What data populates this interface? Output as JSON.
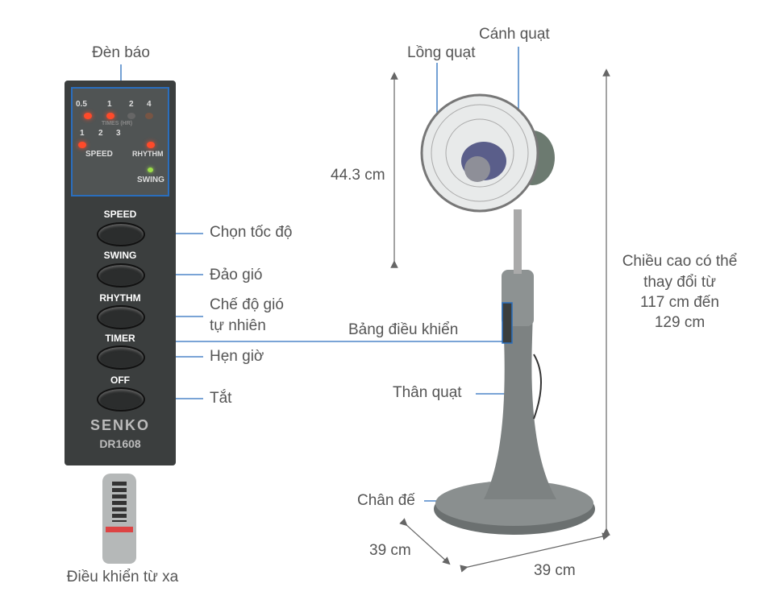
{
  "labels": {
    "indicator": "Đèn báo",
    "speed_select": "Chọn tốc độ",
    "swing": "Đảo gió",
    "natural_line1": "Chế độ gió",
    "natural_line2": "tự nhiên",
    "timer": "Hẹn giờ",
    "off": "Tắt",
    "remote": "Điều khiển từ xa",
    "control_panel": "Bảng điều khiển",
    "fan_guard": "Lồng quạt",
    "fan_blade": "Cánh quạt",
    "head_height": "44.3 cm",
    "height_line1": "Chiều cao có thể",
    "height_line2": "thay đổi từ",
    "height_line3": "117 cm đến",
    "height_line4": "129 cm",
    "body": "Thân quạt",
    "base": "Chân đế",
    "depth": "39 cm",
    "width": "39 cm"
  },
  "panel": {
    "timer_values": [
      "0.5",
      "1",
      "2",
      "4"
    ],
    "timer_caption": "TIMES (HR)",
    "speed_values": [
      "1",
      "2",
      "3"
    ],
    "speed_caption": "SPEED",
    "rhythm_caption": "RHYTHM",
    "swing_caption": "SWING",
    "buttons": [
      "SPEED",
      "SWING",
      "RHYTHM",
      "TIMER",
      "OFF"
    ],
    "brand": "SENKO",
    "model": "DR1608"
  },
  "colors": {
    "callout": "#2a6ebd",
    "led_on": "#ff4a2a",
    "led_green": "#9de04a"
  }
}
